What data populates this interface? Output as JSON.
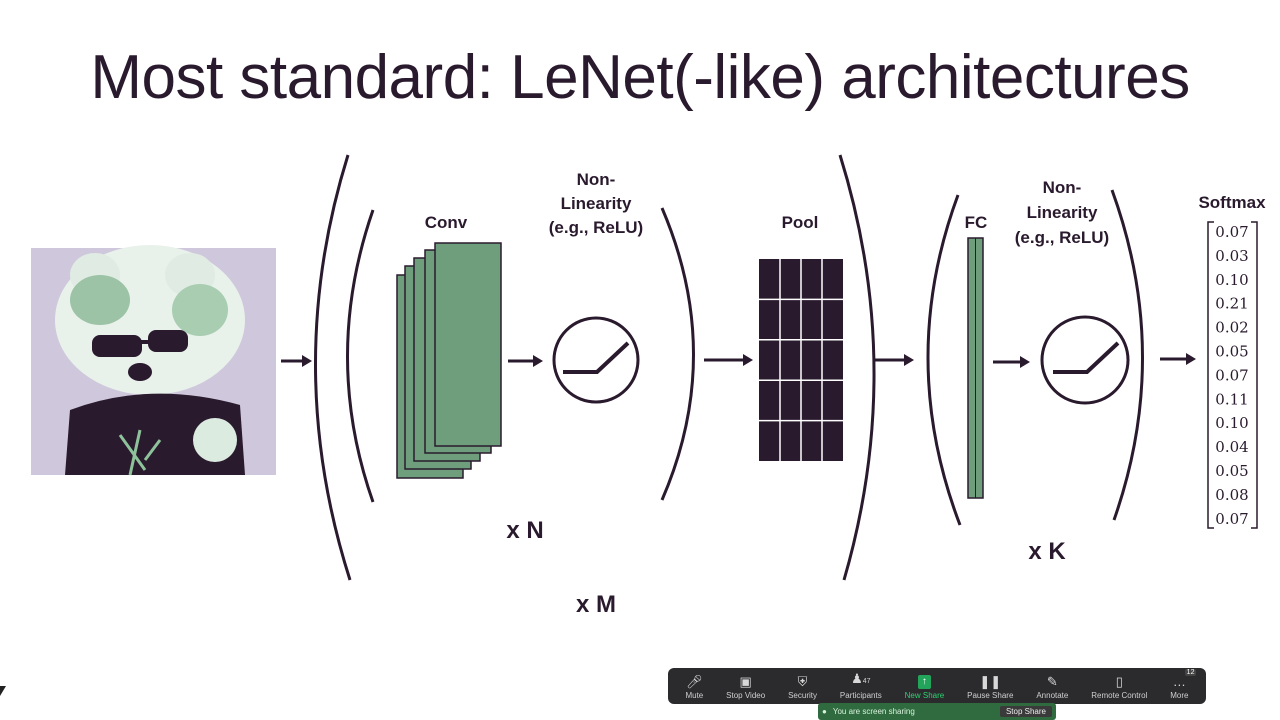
{
  "slide": {
    "title": "Most standard: LeNet(-like) architectures"
  },
  "diagram": {
    "conv_label": "Conv",
    "nonlin1_line1": "Non-",
    "nonlin1_line2": "Linearity",
    "nonlin1_line3": "(e.g., ReLU)",
    "pool_label": "Pool",
    "fc_label": "FC",
    "nonlin2_line1": "Non-",
    "nonlin2_line2": "Linearity",
    "nonlin2_line3": "(e.g., ReLU)",
    "softmax_label": "Softmax",
    "repeat_n": "x N",
    "repeat_m": "x M",
    "repeat_k": "x K",
    "softmax_values": [
      "0.07",
      "0.03",
      "0.10",
      "0.21",
      "0.02",
      "0.05",
      "0.07",
      "0.11",
      "0.10",
      "0.04",
      "0.05",
      "0.08",
      "0.07"
    ],
    "colors": {
      "green": "#6e9e7c",
      "dark": "#2a1a2e",
      "image_bg": "#cfc8dc"
    }
  },
  "toolbar": {
    "items": [
      {
        "label": "Mute",
        "icon": "microphone-icon"
      },
      {
        "label": "Stop Video",
        "icon": "video-camera-icon"
      },
      {
        "label": "Security",
        "icon": "shield-icon"
      },
      {
        "label": "Participants",
        "icon": "participants-icon",
        "count": "47"
      },
      {
        "label": "New Share",
        "icon": "share-screen-icon"
      },
      {
        "label": "Pause Share",
        "icon": "pause-icon"
      },
      {
        "label": "Annotate",
        "icon": "pencil-icon"
      },
      {
        "label": "Remote Control",
        "icon": "mouse-icon"
      },
      {
        "label": "More",
        "icon": "more-dots-icon",
        "badge": "12"
      }
    ],
    "share_status": "You are screen sharing",
    "stop_share": "Stop Share"
  }
}
